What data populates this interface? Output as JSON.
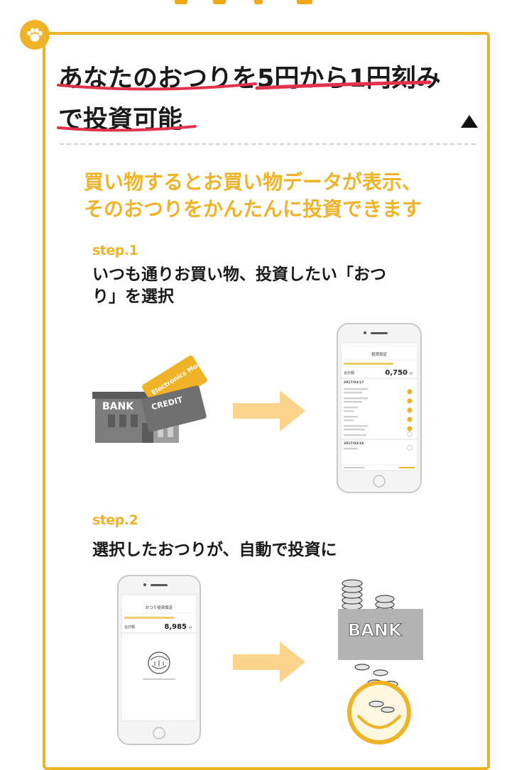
{
  "heading": {
    "line1": "あなたのおつりを5円から1円刻み",
    "line2": "で投資可能"
  },
  "subheading": {
    "line1": "買い物するとお買い物データが表示、",
    "line2": "そのおつりをかんたんに投資できます"
  },
  "steps": [
    {
      "label": "step.1",
      "description_line1": "いつも通りお買い物、投資したい「おつ",
      "description_line2": "り」を選択"
    },
    {
      "label": "step.2",
      "description_line1": "選択したおつりが、自動で投資に",
      "description_line2": ""
    }
  ],
  "illustration_1": {
    "bank_sign": "BANK",
    "card_1_text": "Electronics Money",
    "card_2_text": "CREDIT"
  },
  "phone_1": {
    "header": "投資設定",
    "total_label": "合計額",
    "total_value": "0,750",
    "total_unit": "円",
    "date_1": "2017/03/17",
    "date_2": "2017/03/16"
  },
  "phone_2": {
    "header": "おつり投資設定",
    "total_label": "合計額",
    "total_value": "8,985",
    "total_unit": "円"
  },
  "illustration_2": {
    "bank_sign": "BANK"
  },
  "colors": {
    "accent": "#f0b227",
    "underline": "#e0324b",
    "arrow": "#fbd38a"
  },
  "icons": {
    "badge": "paw-icon",
    "toggle": "triangle-up-icon"
  }
}
